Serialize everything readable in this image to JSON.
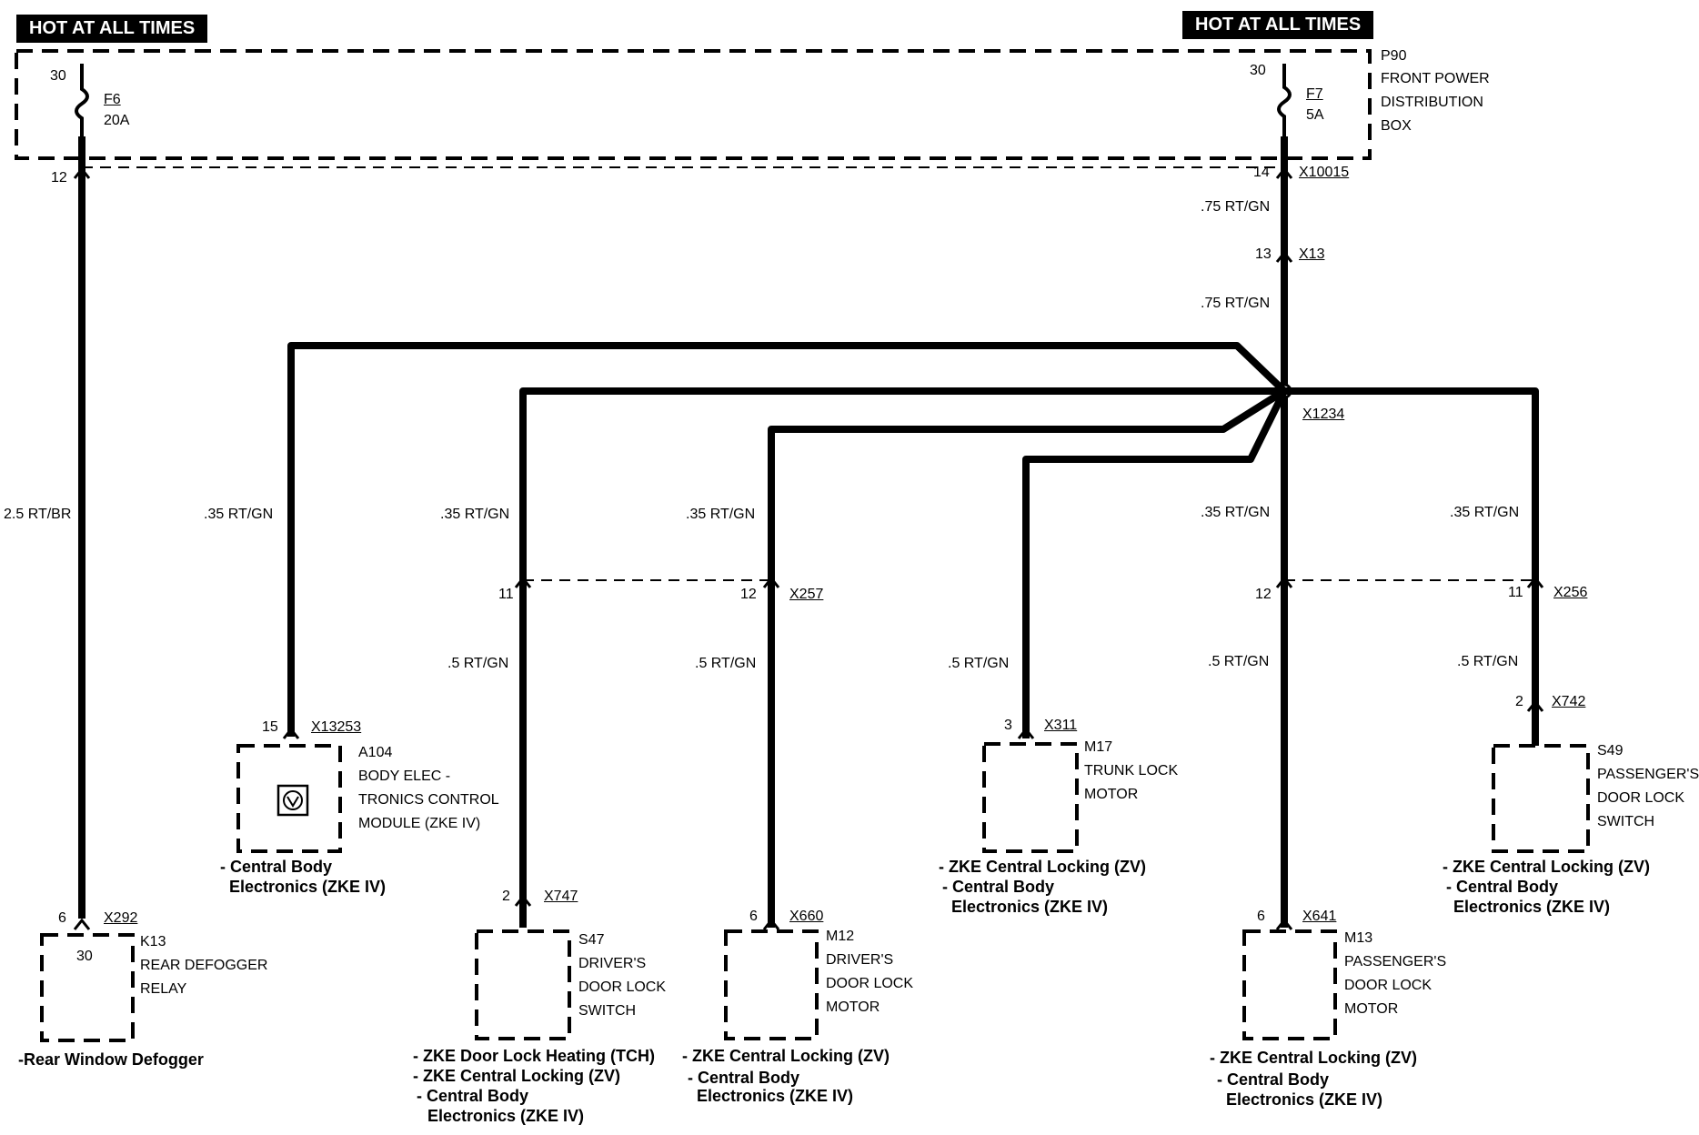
{
  "hot_left": "HOT AT ALL TIMES",
  "hot_right": "HOT AT ALL TIMES",
  "fusebox": {
    "name": "P90",
    "line1": "FRONT POWER",
    "line2": "DISTRIBUTION",
    "line3": "BOX"
  },
  "fuse_left": {
    "pin_top": "30",
    "name": "F6",
    "rating": "20A",
    "pin_bottom": "12"
  },
  "fuse_right": {
    "pin_top": "30",
    "name": "F7",
    "rating": "5A",
    "pin_bottom": "14",
    "connector": "X10015"
  },
  "x13": {
    "pin": "13",
    "connector": "X13"
  },
  "splice": "X1234",
  "wires": {
    "main_top": ".75 RT/GN",
    "main_mid": ".75 RT/GN",
    "left_main": "2.5 RT/BR",
    "a104": ".35 RT/GN",
    "s47_top": ".35 RT/GN",
    "m12_top": ".35 RT/GN",
    "m13_top": ".35 RT/GN",
    "s49_top": ".35 RT/GN",
    "s47_bot": ".5 RT/GN",
    "m12_bot": ".5 RT/GN",
    "m17": ".5 RT/GN",
    "m13_bot": ".5 RT/GN",
    "s49_bot": ".5 RT/GN"
  },
  "connectors": {
    "x257": {
      "pin_left": "11",
      "pin_right": "12",
      "name": "X257"
    },
    "x256": {
      "pin_left": "12",
      "pin_right": "11",
      "name": "X256"
    }
  },
  "components": {
    "k13": {
      "pin": "6",
      "connector": "X292",
      "inner_pin": "30",
      "id": "K13",
      "line1": "REAR DEFOGGER",
      "line2": "RELAY",
      "note1": "-Rear Window Defogger"
    },
    "a104": {
      "pin": "15",
      "connector": "X13253",
      "id": "A104",
      "line1": "BODY ELEC -",
      "line2": "TRONICS CONTROL",
      "line3": "MODULE (ZKE IV)",
      "note1": "- Central Body",
      "note2": "Electronics (ZKE IV)"
    },
    "s47": {
      "pin": "2",
      "connector": "X747",
      "id": "S47",
      "line1": "DRIVER'S",
      "line2": "DOOR LOCK",
      "line3": "SWITCH",
      "note1": "- ZKE Door Lock Heating (TCH)",
      "note2": "- ZKE Central Locking (ZV)",
      "note3": "- Central Body",
      "note4": "Electronics (ZKE IV)"
    },
    "m12": {
      "pin": "6",
      "connector": "X660",
      "id": "M12",
      "line1": "DRIVER'S",
      "line2": "DOOR LOCK",
      "line3": "MOTOR",
      "note1": "- ZKE Central Locking (ZV)",
      "note2": "- Central Body",
      "note3": "Electronics (ZKE IV)"
    },
    "m17": {
      "pin": "3",
      "connector": "X311",
      "id": "M17",
      "line1": "TRUNK LOCK",
      "line2": "MOTOR",
      "note1": "- ZKE Central Locking (ZV)",
      "note2": "- Central Body",
      "note3": "Electronics (ZKE IV)"
    },
    "m13": {
      "pin": "6",
      "connector": "X641",
      "id": "M13",
      "line1": "PASSENGER'S",
      "line2": "DOOR LOCK",
      "line3": "MOTOR",
      "note1": "- ZKE Central Locking (ZV)",
      "note2": "- Central Body",
      "note3": "Electronics (ZKE IV)"
    },
    "s49": {
      "pin": "2",
      "connector": "X742",
      "id": "S49",
      "line1": "PASSENGER'S",
      "line2": "DOOR LOCK",
      "line3": "SWITCH",
      "note1": "- ZKE Central Locking (ZV)",
      "note2": "- Central Body",
      "note3": "Electronics (ZKE IV)"
    }
  }
}
